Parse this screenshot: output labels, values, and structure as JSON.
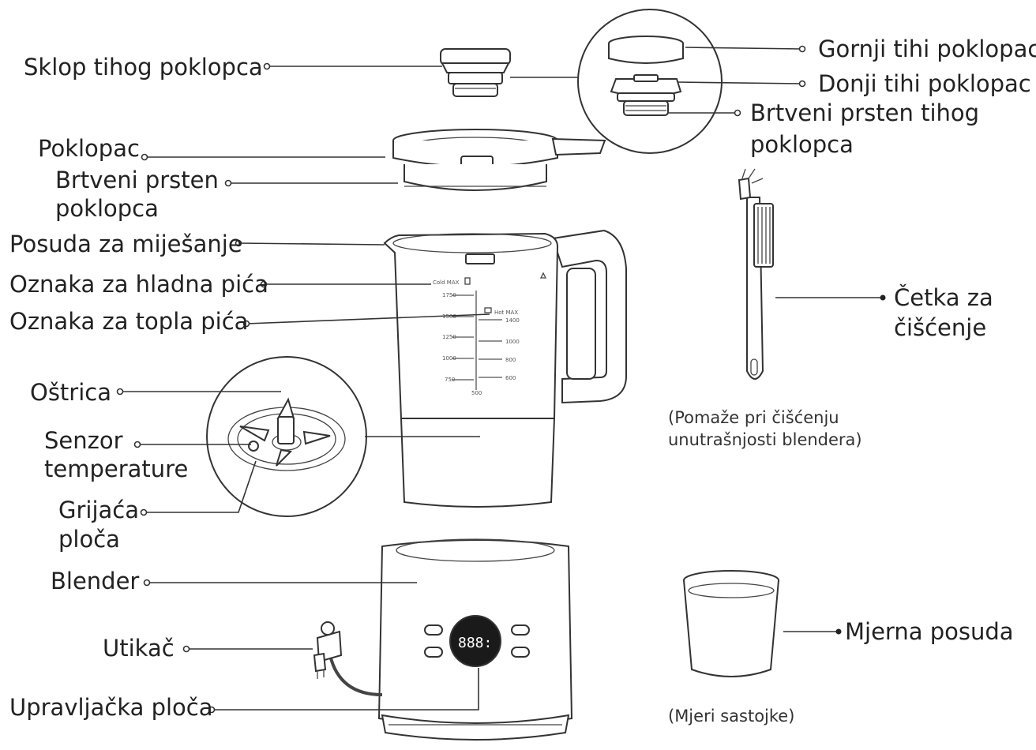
{
  "labels": {
    "sklop_tihog_poklopca": "Sklop tihog poklopca",
    "gornji_tihi_poklopac": "Gornji tihi poklopac",
    "donji_tihi_poklopac": "Donji tihi poklopac",
    "brtveni_prsten_tihog_l1": "Brtveni prsten tihog",
    "brtveni_prsten_tihog_l2": "poklopca",
    "poklopac": "Poklopac",
    "brtveni_prsten_poklopca_l1": "Brtveni prsten",
    "brtveni_prsten_poklopca_l2": "poklopca",
    "posuda_za_mijesanje": "Posuda za miješanje",
    "oznaka_hladna": "Oznaka za hladna pića",
    "oznaka_topla": "Oznaka za topla pića",
    "ostrica": "Oštrica",
    "senzor_l1": "Senzor",
    "senzor_l2": "temperature",
    "grijaca_l1": "Grijaća",
    "grijaca_l2": "ploča",
    "blender": "Blender",
    "utikac": "Utikač",
    "upravljacka_ploca": "Upravljačka ploča",
    "cetka_l1": "Četka za",
    "cetka_l2": "čišćenje",
    "cetka_note_l1": "(Pomaže pri čišćenju",
    "cetka_note_l2": "unutrašnjosti blendera)",
    "mjerna_posuda": "Mjerna posuda",
    "mjerna_note": "(Mjeri sastojke)"
  },
  "jug_markings": {
    "cold_max": "Cold MAX",
    "hot_max": "Hot MAX",
    "left_scale": [
      "1750",
      "1500",
      "1250",
      "1000",
      "750",
      "500"
    ],
    "right_scale": [
      "1400",
      "1000",
      "800",
      "600"
    ]
  },
  "display": {
    "digits": "888:"
  },
  "colors": {
    "line": "#333333",
    "text": "#222222"
  }
}
